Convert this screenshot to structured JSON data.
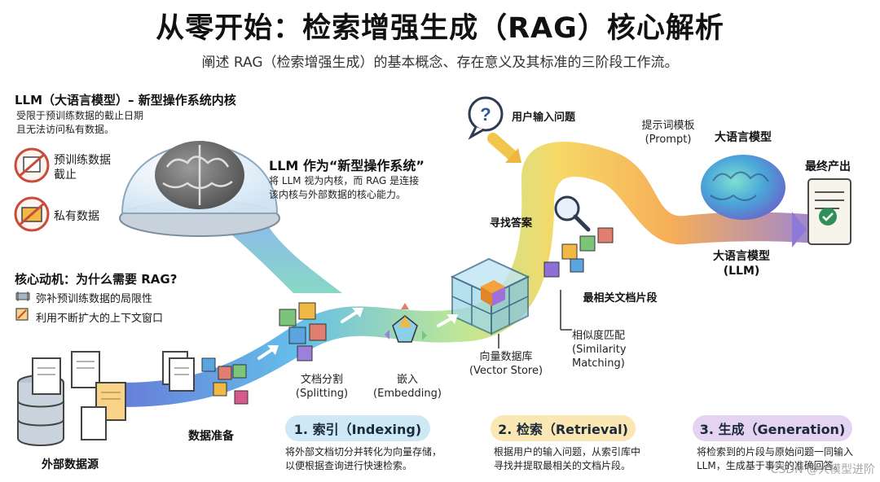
{
  "title": "从零开始：检索增强生成（RAG）核心解析",
  "subtitle": "阐述 RAG（检索增强生成）的基本概念、存在意义及其标准的三阶段工作流。",
  "llm_section": {
    "heading": "LLM（大语言模型）– 新型操作系统内核",
    "desc_line1": "受限于预训练数据的截止日期",
    "desc_line2": "且无法访问私有数据。",
    "item1_line1": "预训练数据",
    "item1_line2": "截止",
    "item2": "私有数据"
  },
  "os_section": {
    "heading": "LLM 作为“新型操作系统”",
    "line1": "将 LLM 视为内核，而 RAG 是连接",
    "line2": "该内核与外部数据的核心能力。"
  },
  "motivation": {
    "heading": "核心动机：为什么需要 RAG?",
    "item1": "弥补预训练数据的局限性",
    "item2": "利用不断扩大的上下文窗口"
  },
  "flow": {
    "user_question": "用户输入问题",
    "prompt_template_line1": "提示词模板",
    "prompt_template_line2": "(Prompt)",
    "llm_top": "大语言模型",
    "final_output": "最终产出",
    "find_answer": "寻找答案",
    "top_chunks": "最相关文档片段",
    "llm_bottom_line1": "大语言模型",
    "llm_bottom_line2": "(LLM)",
    "similarity_line1": "相似度匹配",
    "similarity_line2": "(Similarity",
    "similarity_line3": "Matching)",
    "vector_store_line1": "向量数据库",
    "vector_store_line2": "(Vector Store)",
    "splitting_line1": "文档分割",
    "splitting_line2": "(Splitting)",
    "embedding_line1": "嵌入",
    "embedding_line2": "(Embedding)",
    "data_prep": "数据准备",
    "external_source": "外部数据源"
  },
  "stages": [
    {
      "label": "1. 索引（Indexing)",
      "color": "#cfe8f5",
      "desc1": "将外部文档切分并转化为向量存储，",
      "desc2": "以便根据查询进行快速检索。"
    },
    {
      "label": "2. 检索（Retrieval)",
      "color": "#fbe7b4",
      "desc1": "根据用户的输入问题，从索引库中",
      "desc2": "寻找并提取最相关的文档片段。"
    },
    {
      "label": "3. 生成（Generation)",
      "color": "#e4d3f2",
      "desc1": "将检索到的片段与原始问题一同输入",
      "desc2": "LLM，生成基于事实的准确回答。"
    }
  ],
  "watermark": "CSDN @大模型进阶",
  "colors": {
    "ribbon_blue": "#5b8fe0",
    "ribbon_green": "#9ed88a",
    "ribbon_yellow": "#f7c64c",
    "ribbon_purple": "#9b7fd8",
    "accent_red": "#c94b3b"
  }
}
